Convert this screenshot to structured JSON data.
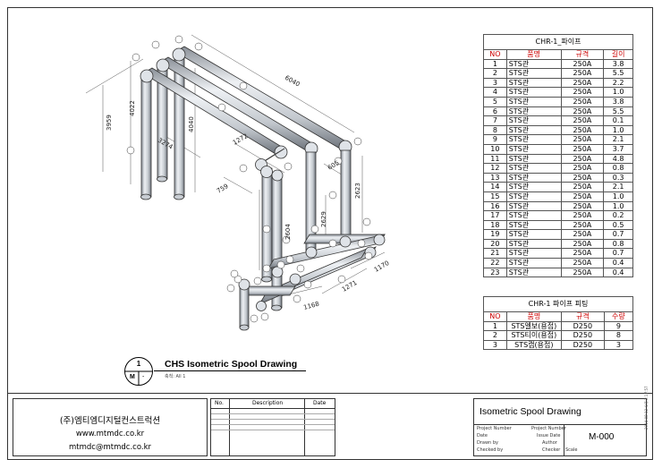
{
  "pipe_table": {
    "title": "CHR-1_파이프",
    "headers": [
      "NO",
      "품명",
      "규격",
      "길이"
    ],
    "rows": [
      [
        "1",
        "STS관",
        "250A",
        "3.8"
      ],
      [
        "2",
        "STS관",
        "250A",
        "5.5"
      ],
      [
        "3",
        "STS관",
        "250A",
        "2.2"
      ],
      [
        "4",
        "STS관",
        "250A",
        "1.0"
      ],
      [
        "5",
        "STS관",
        "250A",
        "3.8"
      ],
      [
        "6",
        "STS관",
        "250A",
        "5.5"
      ],
      [
        "7",
        "STS관",
        "250A",
        "0.1"
      ],
      [
        "8",
        "STS관",
        "250A",
        "1.0"
      ],
      [
        "9",
        "STS관",
        "250A",
        "2.1"
      ],
      [
        "10",
        "STS관",
        "250A",
        "3.7"
      ],
      [
        "11",
        "STS관",
        "250A",
        "4.8"
      ],
      [
        "12",
        "STS관",
        "250A",
        "0.8"
      ],
      [
        "13",
        "STS관",
        "250A",
        "0.3"
      ],
      [
        "14",
        "STS관",
        "250A",
        "2.1"
      ],
      [
        "15",
        "STS관",
        "250A",
        "1.0"
      ],
      [
        "16",
        "STS관",
        "250A",
        "1.0"
      ],
      [
        "17",
        "STS관",
        "250A",
        "0.2"
      ],
      [
        "18",
        "STS관",
        "250A",
        "0.5"
      ],
      [
        "19",
        "STS관",
        "250A",
        "0.7"
      ],
      [
        "20",
        "STS관",
        "250A",
        "0.8"
      ],
      [
        "21",
        "STS관",
        "250A",
        "0.7"
      ],
      [
        "22",
        "STS관",
        "250A",
        "0.4"
      ],
      [
        "23",
        "STS관",
        "250A",
        "0.4"
      ]
    ]
  },
  "fitting_table": {
    "title": "CHR-1 파이프 피팅",
    "headers": [
      "NO",
      "품명",
      "규격",
      "수량"
    ],
    "rows": [
      [
        "1",
        "STS엘보(용접)",
        "D250",
        "9"
      ],
      [
        "2",
        "STS티이(용접)",
        "D250",
        "8"
      ],
      [
        "3",
        "STS캡(용접)",
        "D250",
        "3"
      ]
    ]
  },
  "view": {
    "number": "1",
    "sub": "M",
    "dash": "-",
    "title": "CHS Isometric Spool Drawing",
    "scale": "축척: All 1"
  },
  "dimensions": [
    "6040",
    "4022",
    "3959",
    "4040",
    "1272",
    "759",
    "605",
    "2623",
    "2604",
    "2629",
    "1170",
    "1271",
    "1168",
    "3274"
  ],
  "company": {
    "name": "(주)엠티엠디지털컨스트럭션",
    "web": "www.mtmdc.co.kr",
    "email": "mtmdc@mtmdc.co.kr"
  },
  "revision": {
    "col_no": "No.",
    "col_desc": "Description",
    "col_date": "Date"
  },
  "titleblock": {
    "title": "Isometric Spool Drawing",
    "project_number_label": "Project Number",
    "project_number_label2": "Project Number",
    "date_label": "Date",
    "issue_date_label": "Issue Date",
    "drawn_by_label": "Drawn by",
    "drawn_by_value": "Author",
    "checked_by_label": "Checked by",
    "checked_by_value": "Checker",
    "scale_label": "Scale",
    "sheet_number": "M-000",
    "side_text": "2014-08-12 오후 2:17:57"
  },
  "colors": {
    "red_header": "#cc0000",
    "pipe_fill": "#d9dde2",
    "pipe_edge": "#333333"
  }
}
